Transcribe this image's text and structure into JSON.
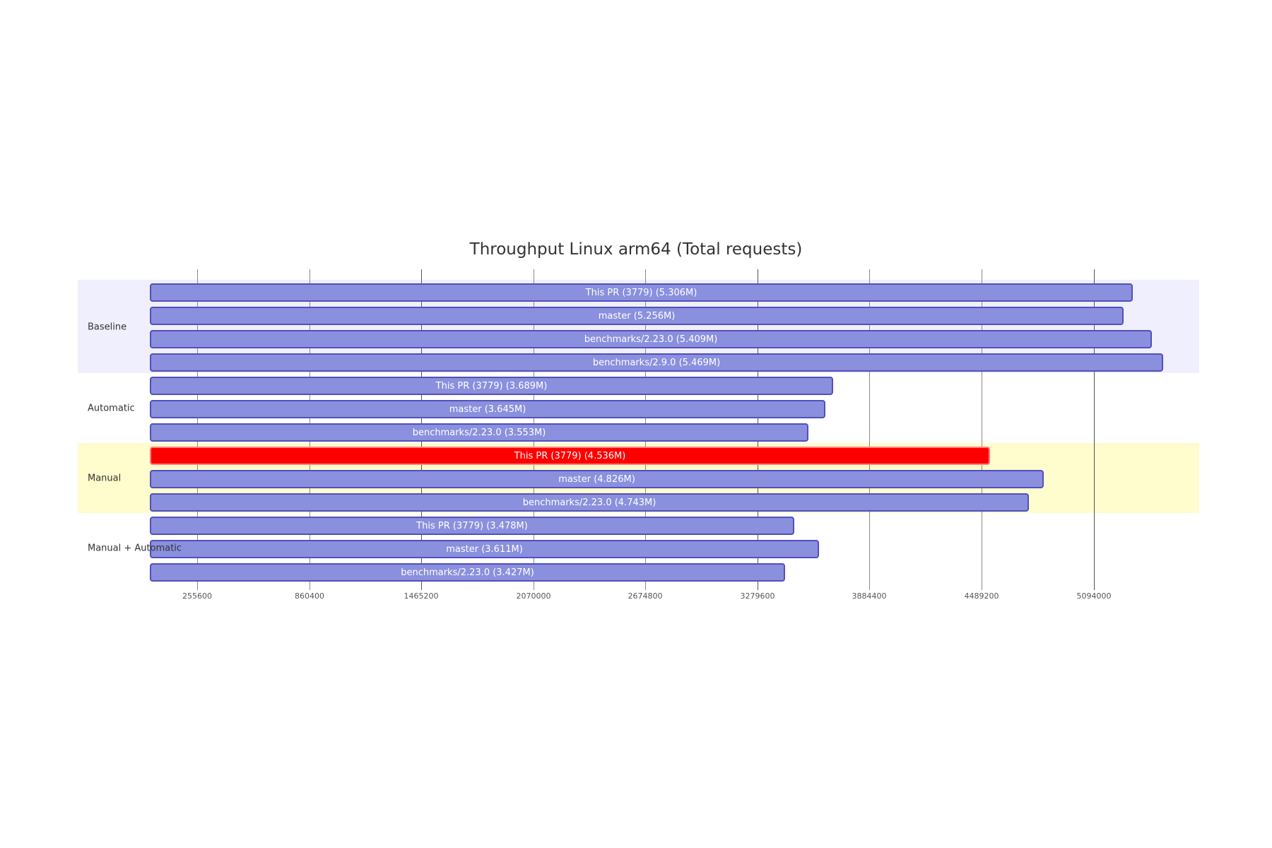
{
  "chart_data": {
    "type": "bar",
    "orientation": "horizontal",
    "title": "Throughput Linux arm64 (Total requests)",
    "xlabel": "",
    "ylabel": "",
    "x_ticks": [
      255600,
      860400,
      1465200,
      2070000,
      2674800,
      3279600,
      3884400,
      4489200,
      5094000
    ],
    "x_tick_labels": [
      "255600",
      "860400",
      "1465200",
      "2070000",
      "2674800",
      "3279600",
      "3884400",
      "4489200",
      "5094000"
    ],
    "grid": true,
    "sections": [
      {
        "name": "Baseline",
        "band_color": "#efeffd",
        "bars": [
          {
            "label": "This PR (3779) (5.306M)",
            "series": "This PR (3779)",
            "value": 5306000,
            "highlight": false
          },
          {
            "label": "master (5.256M)",
            "series": "master",
            "value": 5256000,
            "highlight": false
          },
          {
            "label": "benchmarks/2.23.0 (5.409M)",
            "series": "benchmarks/2.23.0",
            "value": 5409000,
            "highlight": false
          },
          {
            "label": "benchmarks/2.9.0 (5.469M)",
            "series": "benchmarks/2.9.0",
            "value": 5469000,
            "highlight": false
          }
        ]
      },
      {
        "name": "Automatic",
        "band_color": "#ffffff",
        "bars": [
          {
            "label": "This PR (3779) (3.689M)",
            "series": "This PR (3779)",
            "value": 3689000,
            "highlight": false
          },
          {
            "label": "master (3.645M)",
            "series": "master",
            "value": 3645000,
            "highlight": false
          },
          {
            "label": "benchmarks/2.23.0 (3.553M)",
            "series": "benchmarks/2.23.0",
            "value": 3553000,
            "highlight": false
          }
        ]
      },
      {
        "name": "Manual",
        "band_color": "#fffccd",
        "bars": [
          {
            "label": "This PR (3779) (4.536M)",
            "series": "This PR (3779)",
            "value": 4536000,
            "highlight": true
          },
          {
            "label": "master (4.826M)",
            "series": "master",
            "value": 4826000,
            "highlight": false
          },
          {
            "label": "benchmarks/2.23.0 (4.743M)",
            "series": "benchmarks/2.23.0",
            "value": 4743000,
            "highlight": false
          }
        ]
      },
      {
        "name": "Manual + Automatic",
        "band_color": "#ffffff",
        "bars": [
          {
            "label": "This PR (3779) (3.478M)",
            "series": "This PR (3779)",
            "value": 3478000,
            "highlight": false
          },
          {
            "label": "master (3.611M)",
            "series": "master",
            "value": 3611000,
            "highlight": false
          },
          {
            "label": "benchmarks/2.23.0 (3.427M)",
            "series": "benchmarks/2.23.0",
            "value": 3427000,
            "highlight": false
          }
        ]
      }
    ],
    "colors": {
      "bar_fill": "#8a90dd",
      "bar_border": "#534fbc",
      "highlight_fill": "#ff0000",
      "highlight_border": "#ff8080"
    }
  }
}
